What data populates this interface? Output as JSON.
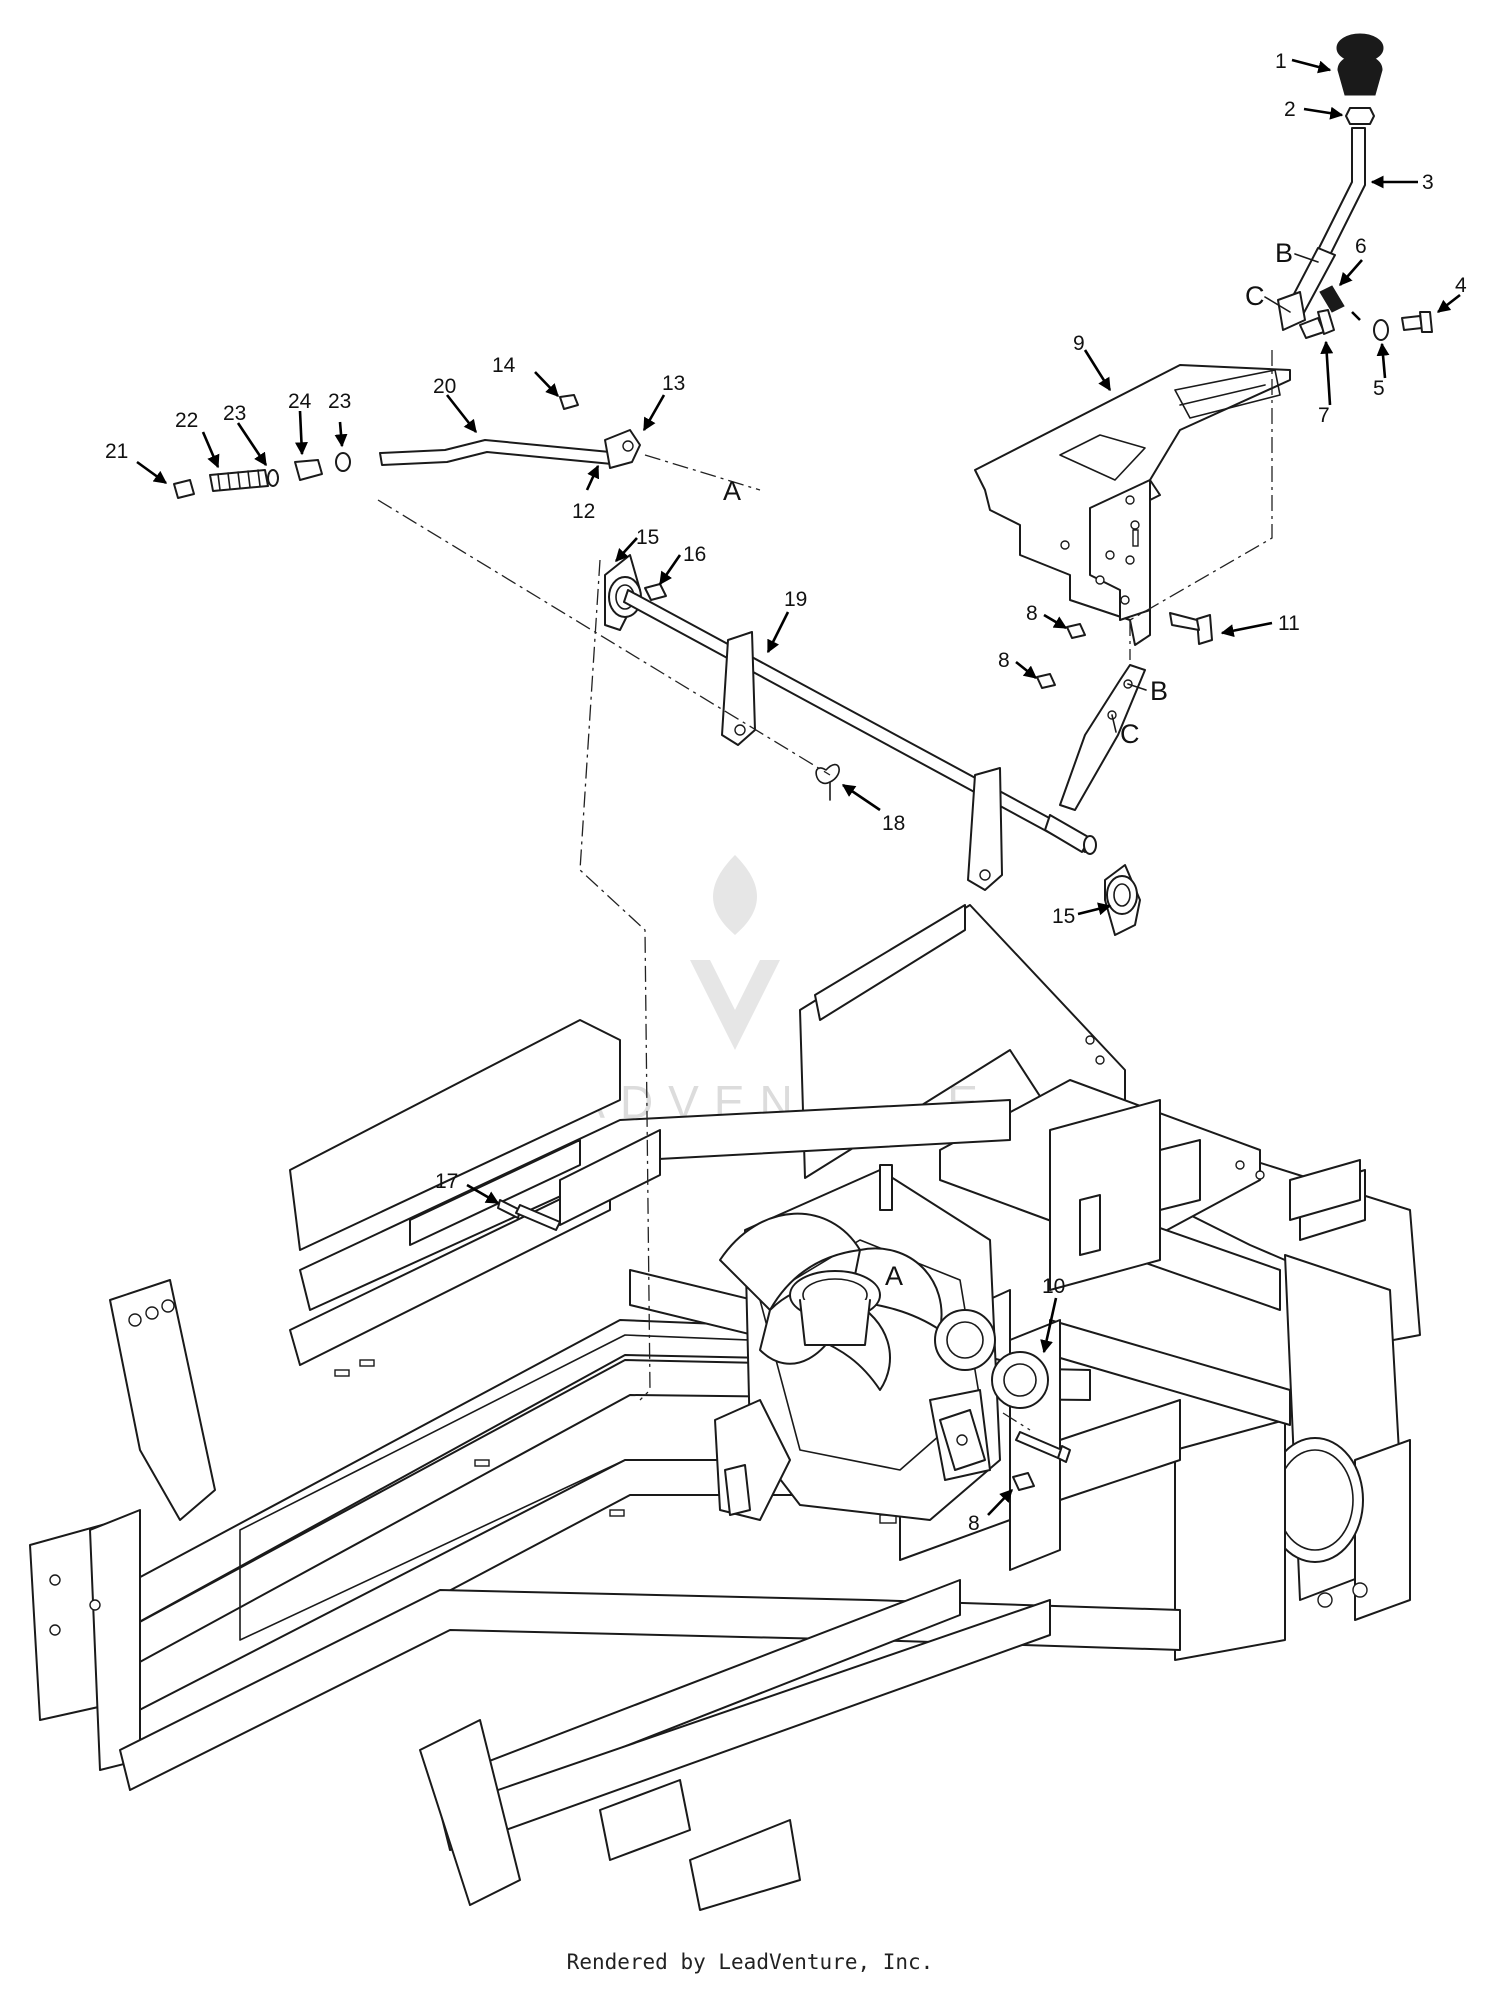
{
  "diagram": {
    "callouts": [
      "1",
      "2",
      "3",
      "4",
      "5",
      "6",
      "7",
      "8",
      "9",
      "10",
      "11",
      "12",
      "13",
      "14",
      "15",
      "16",
      "17",
      "18",
      "19",
      "20",
      "21",
      "22",
      "23",
      "24"
    ],
    "reference_letters": [
      "A",
      "B",
      "C"
    ],
    "watermark": "LEADVENTURE",
    "colors": {
      "line": "#1a1a1a",
      "watermark": "#dcdcdc",
      "background": "#ffffff"
    }
  },
  "footer": {
    "rendered_by": "Rendered by LeadVenture, Inc."
  }
}
